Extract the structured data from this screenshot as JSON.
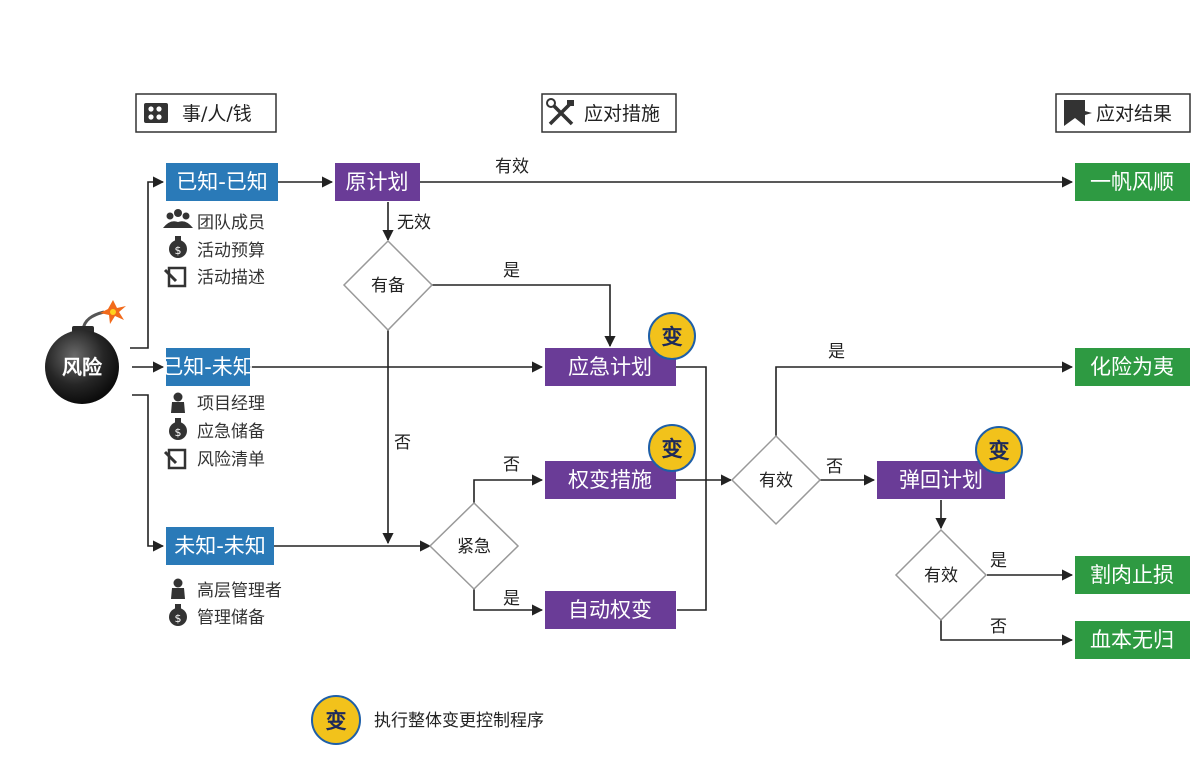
{
  "headers": {
    "factors": "事/人/钱",
    "responses": "应对措施",
    "results": "应对结果"
  },
  "risk": {
    "label": "风险"
  },
  "categories": {
    "known_known": "已知-已知",
    "known_unknown": "已知-未知",
    "unknown_unknown": "未知-未知"
  },
  "known_known_items": [
    "团队成员",
    "活动预算",
    "活动描述"
  ],
  "known_unknown_items": [
    "项目经理",
    "应急储备",
    "风险清单"
  ],
  "unknown_unknown_items": [
    "高层管理者",
    "管理储备"
  ],
  "actions": {
    "original_plan": "原计划",
    "contingency_plan": "应急计划",
    "workaround": "权变措施",
    "auto_workaround": "自动权变",
    "fallback_plan": "弹回计划"
  },
  "decisions": {
    "has_backup": "有备",
    "urgent": "紧急",
    "effective_1": "有效",
    "effective_2": "有效"
  },
  "results": {
    "smooth": "一帆风顺",
    "resolved": "化险为夷",
    "cut_loss": "割肉止损",
    "total_loss": "血本无归"
  },
  "edge_labels": {
    "plan_effective": "有效",
    "plan_ineffective": "无效",
    "backup_yes": "是",
    "backup_no": "否",
    "urgent_no": "否",
    "urgent_yes": "是",
    "eff1_yes": "是",
    "eff1_no": "否",
    "eff2_yes": "是",
    "eff2_no": "否"
  },
  "badge": {
    "char": "变"
  },
  "legend": {
    "text": "执行整体变更控制程序"
  },
  "colors": {
    "category_blue": "#2a7ab8",
    "action_purple": "#6a3c97",
    "result_green": "#2e9a42",
    "badge_yellow": "#f2c21b",
    "badge_ring": "#1e5fa8"
  }
}
